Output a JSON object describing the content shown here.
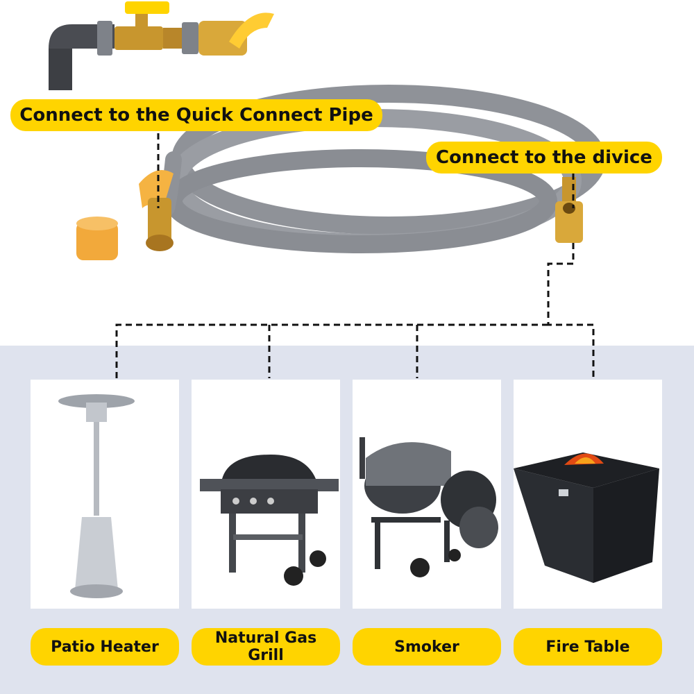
{
  "callouts": {
    "quick_connect": "Connect to the Quick Connect Pipe",
    "device": "Connect to the divice"
  },
  "devices": [
    {
      "label": "Patio Heater"
    },
    {
      "label": "Natural Gas Grill"
    },
    {
      "label": "Smoker"
    },
    {
      "label": "Fire Table"
    }
  ],
  "colors": {
    "accent": "#ffd400",
    "panel": "#dfe3ee",
    "hose": "#8f9298",
    "brass": "#c8962e",
    "cap": "#f2a93b"
  }
}
